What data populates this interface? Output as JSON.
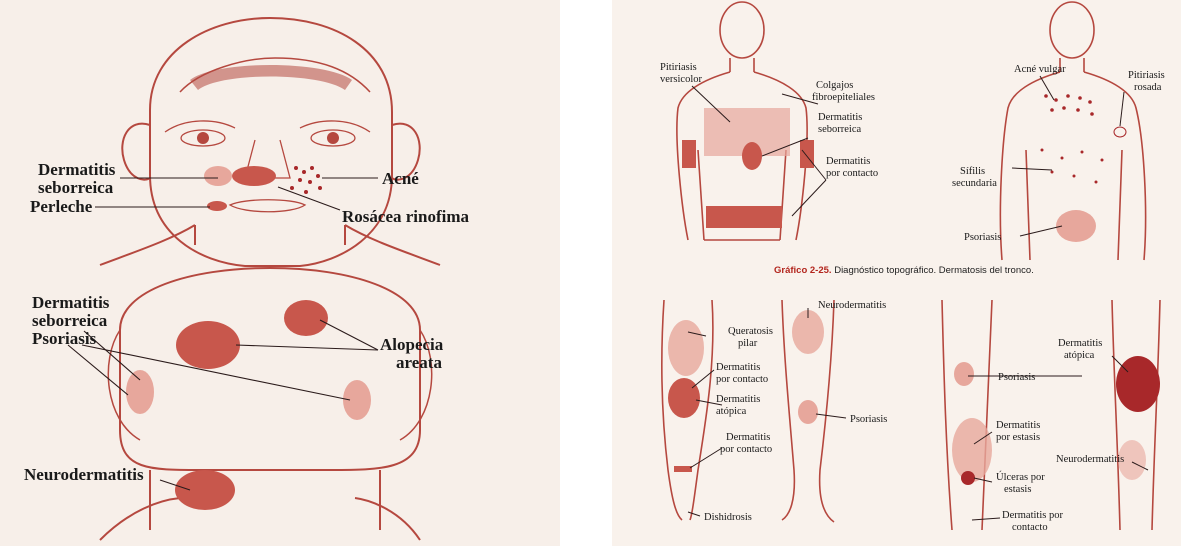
{
  "colors": {
    "outline": "#b5483f",
    "lesion": "#c8574c",
    "lesion_dark": "#a8282a",
    "lesion_light": "#e7a79c",
    "leader": "#2b1b1b",
    "paper": "#f7efe9"
  },
  "left_figure": {
    "face_labels": {
      "dermatitis_seborreica": [
        "Dermatitis",
        "seborreica"
      ],
      "perleche": "Perleche",
      "acne": "Acné",
      "rosacea": "Rosácea rinofima"
    },
    "scalp_labels": {
      "dermatitis_seborreica": [
        "Dermatitis",
        "seborreica"
      ],
      "psoriasis": "Psoriasis",
      "alopecia": [
        "Alopecia",
        "areata"
      ],
      "neurodermatitis": "Neurodermatitis"
    }
  },
  "right_figure": {
    "trunk_front_labels": {
      "pitiriasis_versicolor": [
        "Pitiriasis",
        "versicolor"
      ],
      "colgajos": [
        "Colgajos",
        "fibroepiteliales"
      ],
      "dermatitis_seborreica": [
        "Dermatitis",
        "seborreica"
      ],
      "dermatitis_contacto": [
        "Dermatitis",
        "por contacto"
      ]
    },
    "trunk_back_labels": {
      "acne_vulgar": "Acné vulgar",
      "pitiriasis_rosada": [
        "Pitiriasis",
        "rosada"
      ],
      "sifilis": [
        "Sífilis",
        "secundaria"
      ],
      "psoriasis": "Psoriasis"
    },
    "caption": {
      "prefix": "Gráfico 2-25.",
      "text": " Diagnóstico topográfico. Dermatosis del tronco."
    },
    "arm_leg_labels": {
      "neurodermatitis": "Neurodermatitis",
      "queratosis": [
        "Queratosis",
        "pilar"
      ],
      "dermatitis_contacto_arm": [
        "Dermatitis",
        "por contacto"
      ],
      "dermatitis_atopica_arm": [
        "Dermatitis",
        "atópica"
      ],
      "psoriasis_leg": "Psoriasis",
      "dermatitis_contacto_hand": [
        "Dermatitis",
        "por contacto"
      ],
      "dishidrosis": "Dishidrosis"
    },
    "legs_back_labels": {
      "dermatitis_atopica": [
        "Dermatitis",
        "atópica"
      ],
      "psoriasis": "Psoriasis",
      "dermatitis_estasis": [
        "Dermatitis",
        "por estasis"
      ],
      "neurodermatitis": "Neurodermatitis",
      "ulceras": [
        "Úlceras por",
        "estasis"
      ],
      "dermatitis_contacto": [
        "Dermatitis por",
        "contacto"
      ]
    }
  }
}
